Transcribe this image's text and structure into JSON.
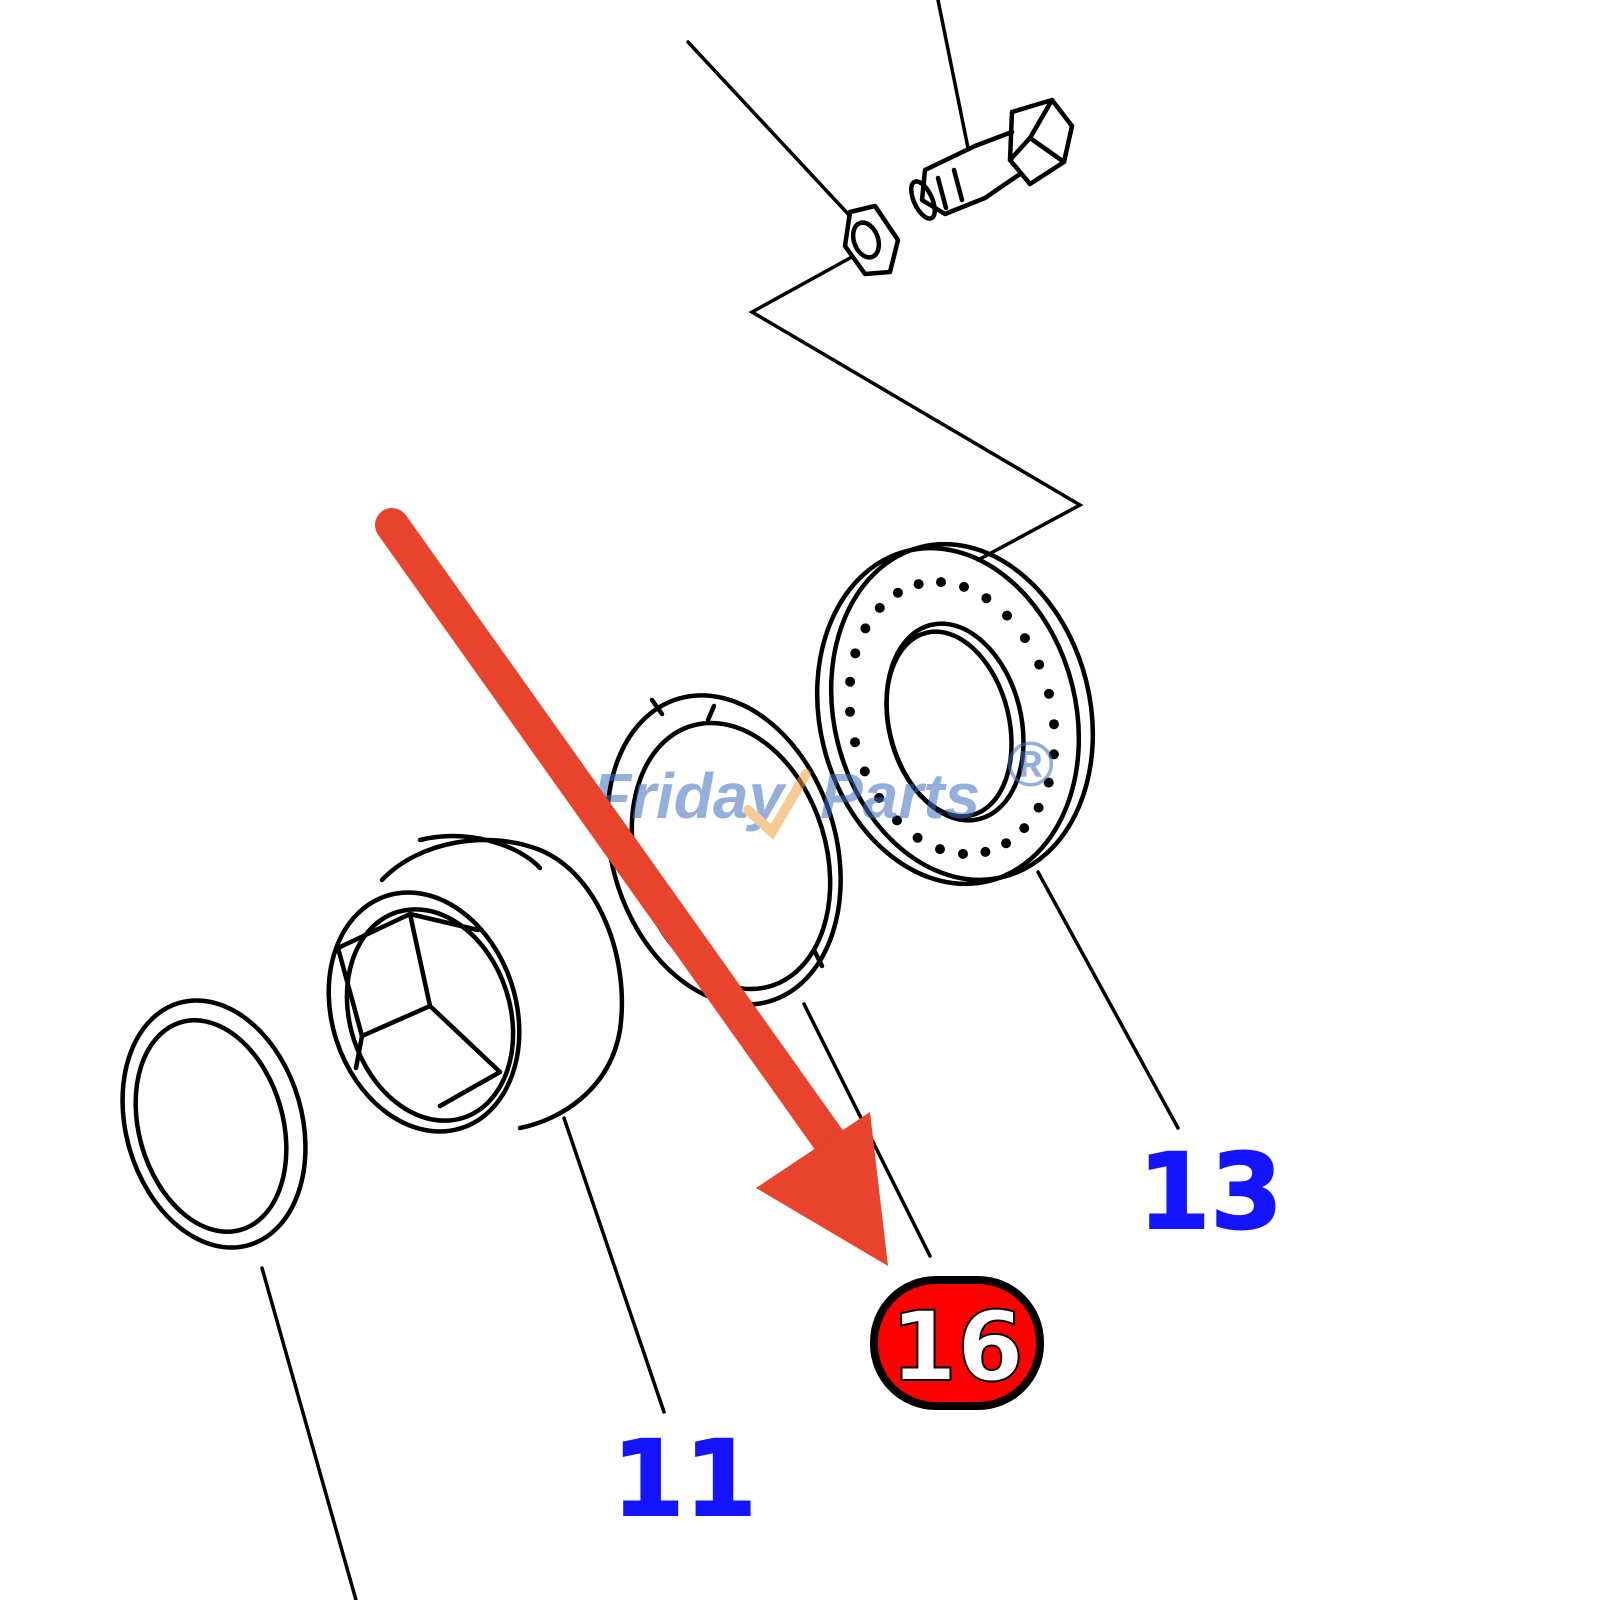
{
  "callouts": {
    "part_11": "11",
    "part_13": "13",
    "part_16": "16"
  },
  "highlighted_part": "16",
  "watermark": {
    "brand_left": "Friday",
    "brand_right": "Parts",
    "mark": "®"
  },
  "colors": {
    "callout_text": "#1414ff",
    "highlight_fill": "#ff0000",
    "highlight_text": "#ffffff",
    "arrow": "#e8432d",
    "line_art": "#000000",
    "watermark_blue": "#3f6fbf",
    "watermark_orange": "#f0a040"
  }
}
